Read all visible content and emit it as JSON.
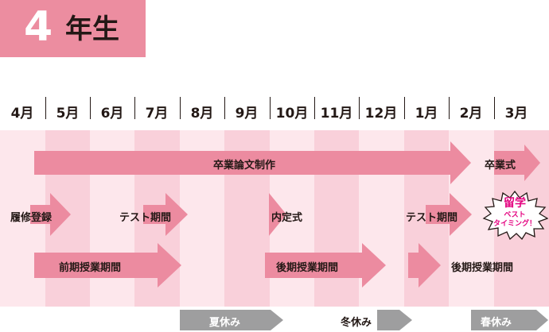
{
  "header": {
    "grade_number": "4",
    "grade_suffix": "年生"
  },
  "months": [
    "4月",
    "5月",
    "6月",
    "7月",
    "8月",
    "9月",
    "10月",
    "11月",
    "12月",
    "1月",
    "2月",
    "3月"
  ],
  "tracks": {
    "thesis": "卒業論文制作",
    "graduation": "卒業式",
    "registration": "履修登録",
    "test_first": "テスト期間",
    "naitei": "内定式",
    "test_second": "テスト期間",
    "first_semester": "前期授業期間",
    "second_semester_a": "後期授業期間",
    "second_semester_b": "後期授業期間"
  },
  "study_abroad": {
    "title": "留学",
    "line1": "ベスト",
    "line2": "タイミング！"
  },
  "vacations": {
    "summer": "夏休み",
    "winter": "冬休み",
    "spring": "春休み"
  },
  "colors": {
    "accent_pink": "#ec8ba0",
    "title_badge": "#ec8da0",
    "band_light": "#fde7ec",
    "band_dark": "#f9d0da",
    "vacation_gray": "#9e9e9f",
    "highlight_magenta": "#e4007f"
  }
}
